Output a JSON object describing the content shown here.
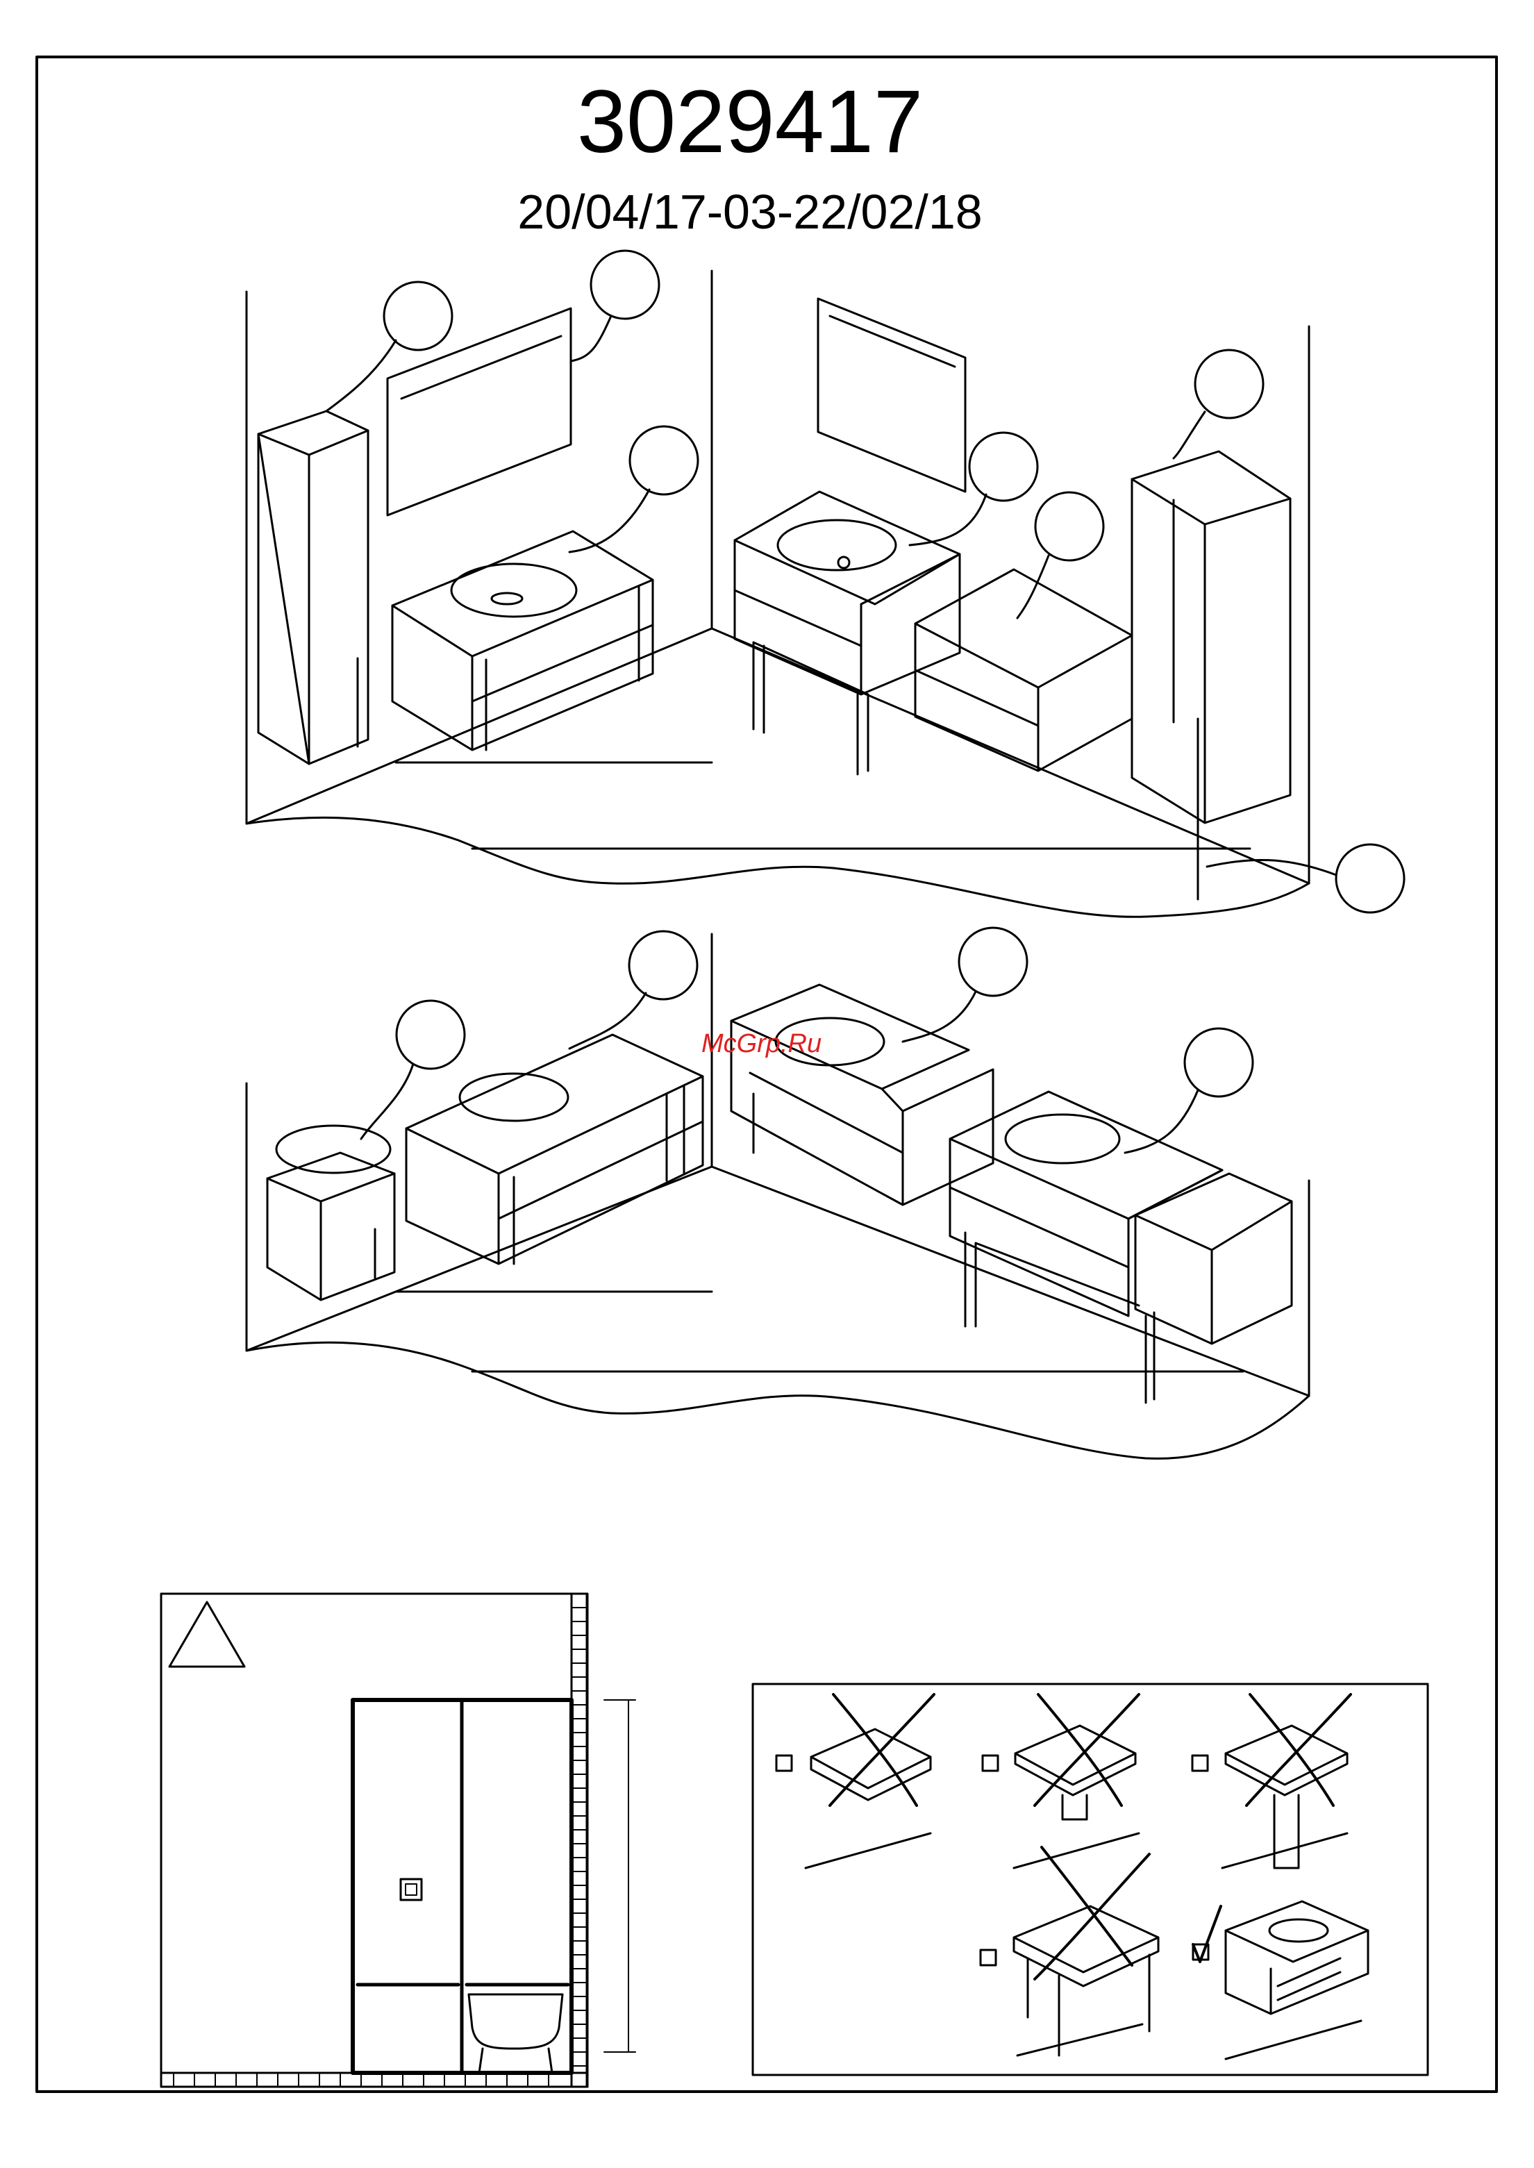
{
  "document": {
    "number": "3029417",
    "dates": "20/04/17-03-22/02/18",
    "watermark": "McGrp.Ru"
  },
  "scenes": [
    {
      "id": "scene-top",
      "callouts": 7
    },
    {
      "id": "scene-bottom",
      "callouts": 4
    }
  ],
  "panels": {
    "warning": {
      "icon": "warning-triangle-icon"
    },
    "installation_options": [
      {
        "icon": "cross-icon",
        "checked": false
      },
      {
        "icon": "cross-icon",
        "checked": false
      },
      {
        "icon": "cross-icon",
        "checked": false
      },
      {
        "icon": "cross-icon",
        "checked": false
      },
      {
        "icon": "checkmark-icon",
        "checked": true
      }
    ]
  }
}
